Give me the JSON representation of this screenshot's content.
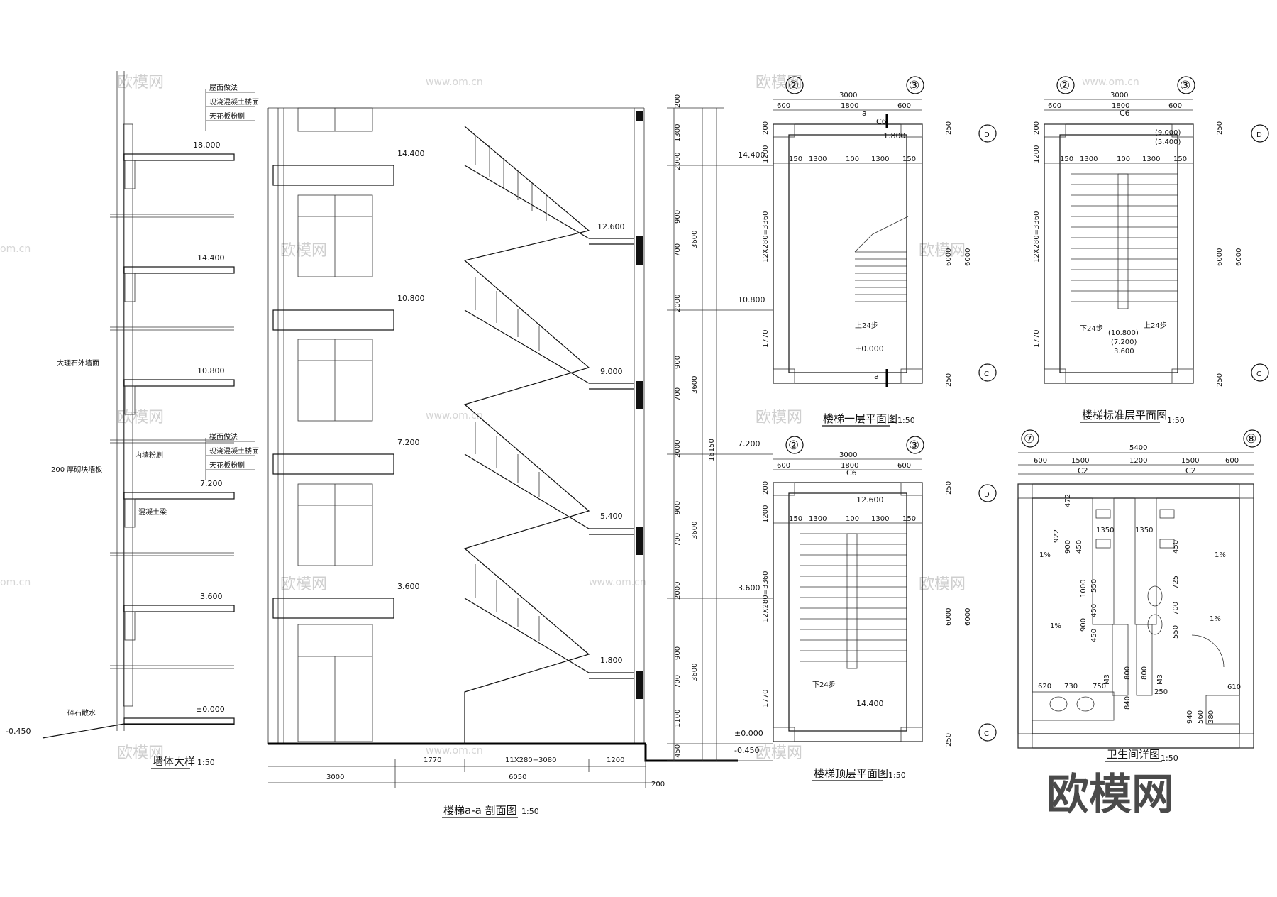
{
  "watermark": {
    "brand": "欧模网",
    "site": "www.om.cn",
    "site_short": "om.cn"
  },
  "wall_detail": {
    "title": "墙体大样",
    "scale": "1:50",
    "callouts_top": [
      "屋面做法",
      "现浇混凝土楼面",
      "天花板粉刷"
    ],
    "callouts_mid": [
      "楼面做法",
      "现浇混凝土楼面",
      "天花板粉刷"
    ],
    "notes": {
      "marble": "大理石外墙面",
      "inner": "内墙粉刷",
      "wall200": "200 厚砌块墙板",
      "beam": "混凝土梁",
      "gravel": "碎石散水"
    },
    "levels": [
      "18.000",
      "14.400",
      "10.800",
      "7.200",
      "3.600",
      "±0.000",
      "-0.450"
    ]
  },
  "stair_section": {
    "title": "楼梯a-a 剖面图",
    "scale": "1:50",
    "landing_levels": [
      "12.600",
      "9.000",
      "5.400",
      "1.800"
    ],
    "floor_levels": [
      "14.400",
      "10.800",
      "7.200",
      "3.600"
    ],
    "right_levels": [
      "14.400",
      "10.800",
      "7.200",
      "3.600",
      "±0.000",
      "-0.450"
    ],
    "dims_right": [
      "200",
      "1300",
      "2000",
      "900",
      "700",
      "2000",
      "900",
      "700",
      "2000",
      "900",
      "700",
      "2000",
      "900",
      "700",
      "1100",
      "450"
    ],
    "dims_outer": [
      "3600",
      "3600",
      "3600",
      "3600"
    ],
    "total_height": "16150",
    "bottom_dims_row1": [
      "1770",
      "11X280=3080",
      "1200"
    ],
    "bottom_dims_row2": [
      "3000",
      "6050",
      "200"
    ]
  },
  "plan_first": {
    "title": "楼梯一层平面图",
    "scale": "1:50",
    "axes": [
      "②",
      "③",
      "D",
      "C"
    ],
    "section_mark": "a",
    "window": "C6",
    "level_top": "1.800",
    "level_bottom": "±0.000",
    "dims_top": [
      "3000",
      "600",
      "1800",
      "600"
    ],
    "dims_inner": [
      "150",
      "1300",
      "100",
      "1300",
      "150"
    ],
    "dims_left": [
      "200",
      "1200",
      "12X280=3360",
      "1770"
    ],
    "dims_right": [
      "250",
      "6000",
      "6000",
      "250"
    ],
    "note": "上24步"
  },
  "plan_standard": {
    "title": "楼梯标准层平面图",
    "scale": "1:50",
    "axes": [
      "②",
      "③",
      "D",
      "C"
    ],
    "window": "C6",
    "levels_top": [
      "(9.000)",
      "(5.400)"
    ],
    "levels_bottom": [
      "(10.800)",
      "(7.200)",
      "3.600"
    ],
    "dims_top": [
      "3000",
      "600",
      "1800",
      "600"
    ],
    "dims_inner": [
      "150",
      "1300",
      "100",
      "1300",
      "150"
    ],
    "dims_left": [
      "200",
      "1200",
      "12X280=3360",
      "1770"
    ],
    "dims_right": [
      "250",
      "6000",
      "6000",
      "250"
    ],
    "note_down": "下24步",
    "note_up": "上24步"
  },
  "plan_top": {
    "title": "楼梯顶层平面图",
    "scale": "1:50",
    "axes": [
      "②",
      "③",
      "D",
      "C"
    ],
    "window": "C6",
    "level_top": "12.600",
    "level_bottom": "14.400",
    "dims_top": [
      "3000",
      "600",
      "1800",
      "600"
    ],
    "dims_inner": [
      "150",
      "1300",
      "100",
      "1300",
      "150"
    ],
    "dims_left": [
      "200",
      "1200",
      "12X280=3360",
      "1770"
    ],
    "dims_right": [
      "250",
      "6000",
      "6000",
      "250"
    ],
    "note_down": "下24步"
  },
  "toilet": {
    "title": "卫生间详图",
    "scale": "1:50",
    "axes": [
      "⑦",
      "⑧"
    ],
    "dims_top": [
      "5400",
      "600",
      "1500",
      "1200",
      "1500",
      "600"
    ],
    "windows": [
      "C2",
      "C2"
    ],
    "doors": [
      "M3",
      "M3"
    ],
    "slopes": [
      "1%",
      "1%",
      "1%",
      "1%"
    ],
    "dims_mid": [
      "922",
      "472",
      "1350",
      "1350",
      "900",
      "450",
      "450",
      "1000",
      "550",
      "450",
      "900",
      "450",
      "725",
      "700",
      "550"
    ],
    "dims_bottom": [
      "620",
      "730",
      "750",
      "800",
      "800",
      "840",
      "250",
      "610",
      "940",
      "560",
      "380"
    ]
  }
}
